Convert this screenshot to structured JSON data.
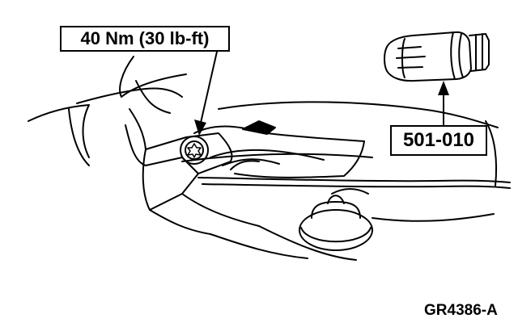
{
  "callouts": {
    "torque_spec": "40 Nm (30 lb-ft)",
    "tool_number": "501-010"
  },
  "figure": {
    "id": "GR4386-A"
  },
  "colors": {
    "ink": "#000000",
    "paper": "#ffffff"
  }
}
